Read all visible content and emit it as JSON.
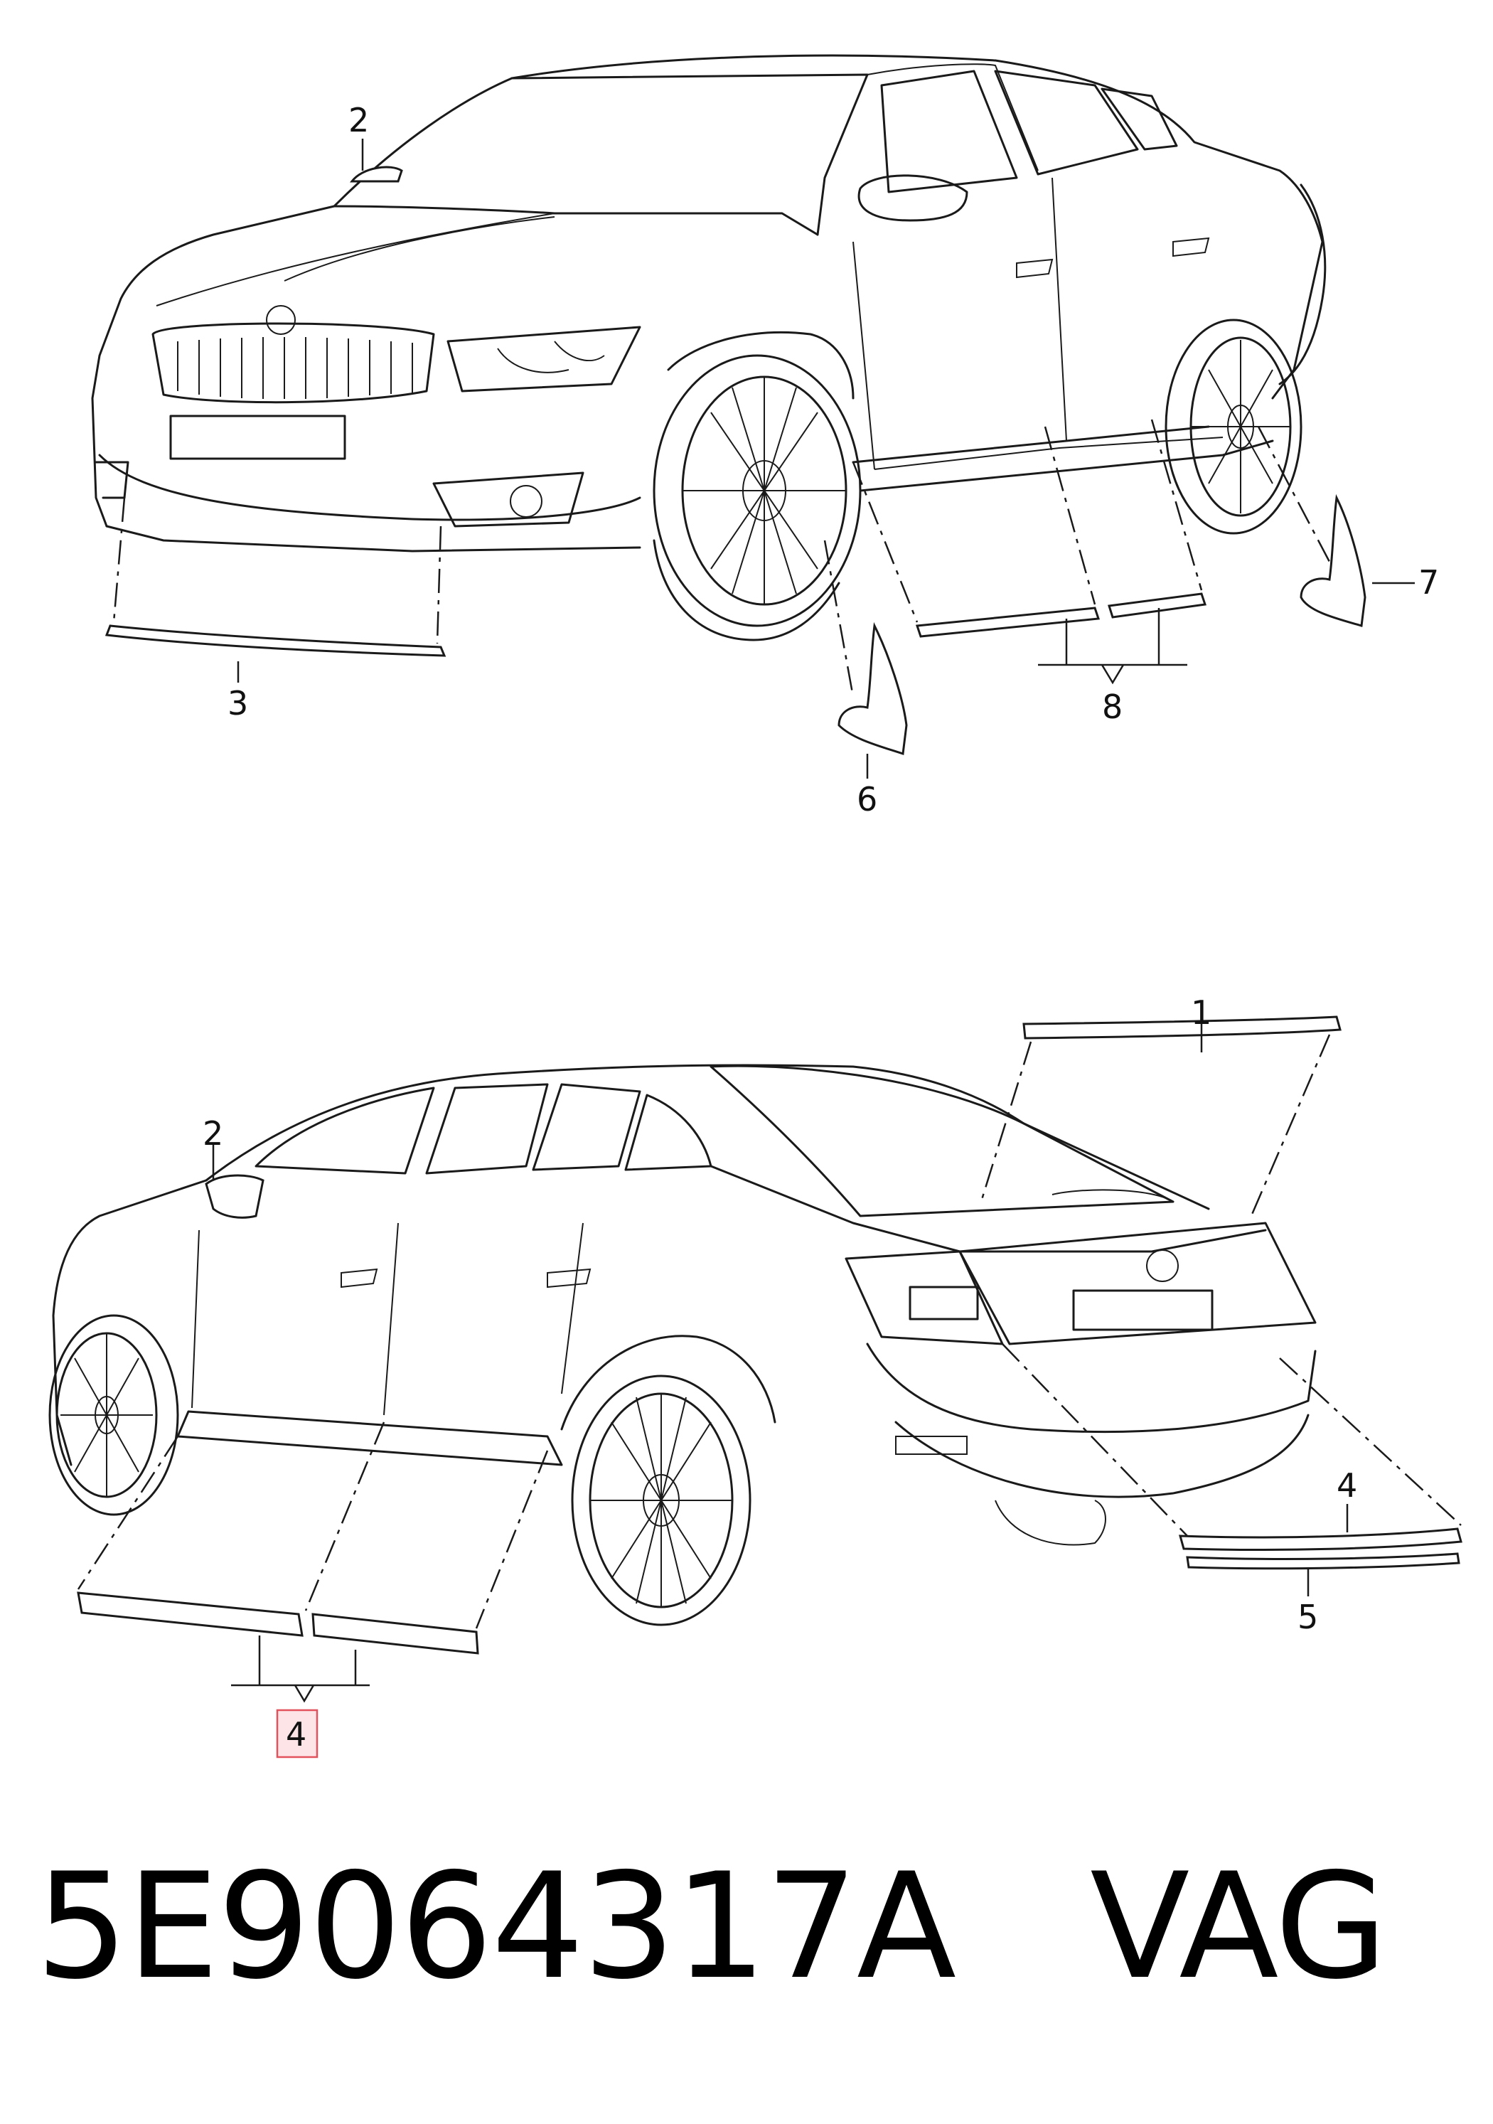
{
  "callouts": {
    "front_view": [
      "2",
      "3",
      "6",
      "7",
      "8"
    ],
    "rear_view": [
      "1",
      "2",
      "4",
      "5",
      "4"
    ]
  },
  "highlight_color": "#e2525c",
  "highlight_fill": "#fde4e6",
  "caption": {
    "part_number": "5E9064317A",
    "manufacturer": "VAG"
  }
}
